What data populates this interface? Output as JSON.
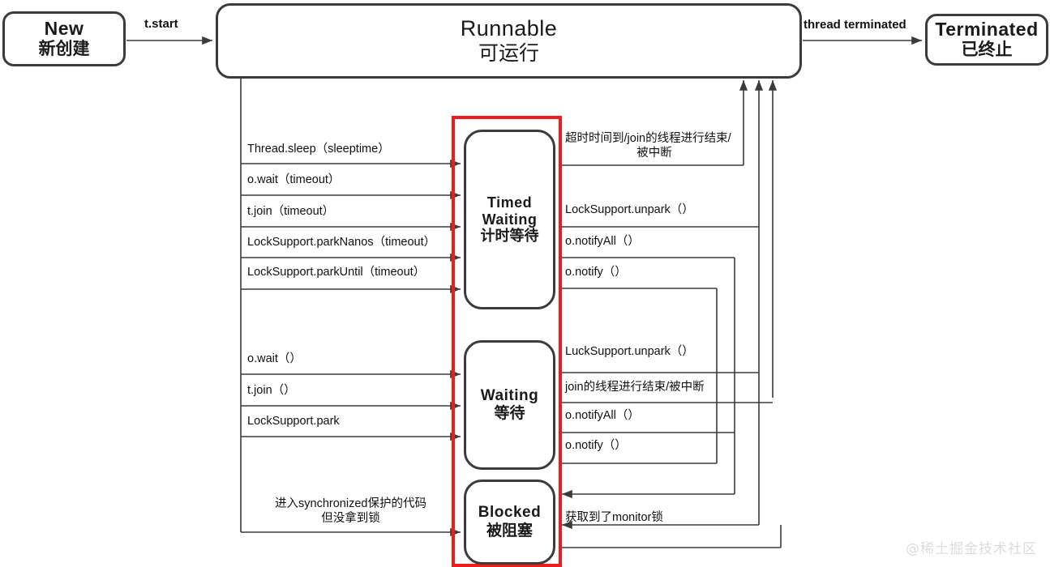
{
  "diagram": {
    "title": "Java Thread State Transition Diagram",
    "watermark": "@稀土掘金技术社区",
    "accent_color": "#ee1c1c",
    "line_color": "#3b3b3b"
  },
  "states": {
    "new": {
      "en": "New",
      "cn": "新创建"
    },
    "runnable": {
      "en": "Runnable",
      "cn": "可运行"
    },
    "terminated": {
      "en": "Terminated",
      "cn": "已终止"
    },
    "timed_waiting": {
      "en_line1": "Timed",
      "en_line2": "Waiting",
      "cn": "计时等待"
    },
    "waiting": {
      "en": "Waiting",
      "cn": "等待"
    },
    "blocked": {
      "en": "Blocked",
      "cn": "被阻塞"
    }
  },
  "transitions": {
    "start": "t.start",
    "terminated": "thread terminated",
    "to_timed_waiting": [
      "Thread.sleep（sleeptime）",
      "o.wait（timeout）",
      "t.join（timeout）",
      "LockSupport.parkNanos（timeout）",
      "LockSupport.parkUntil（timeout）"
    ],
    "to_waiting": [
      "o.wait（）",
      "t.join（）",
      "LockSupport.park"
    ],
    "to_blocked": "进入synchronized保护的代码\n但没拿到锁",
    "to_blocked_line1": "进入synchronized保护的代码",
    "to_blocked_line2": "但没拿到锁",
    "from_timed_waiting": [
      "超时时间到/join的线程进行结束/被中断",
      "LockSupport.unpark（）",
      "o.notifyAll（）",
      "o.notify（）"
    ],
    "from_timed_waiting_line1": "超时时间到/join的线程进行结束/",
    "from_timed_waiting_line2": "被中断",
    "from_waiting": [
      "LuckSupport.unpark（）",
      "join的线程进行结束/被中断",
      "o.notifyAll（）",
      "o.notify（）"
    ],
    "from_blocked": "获取到了monitor锁"
  }
}
